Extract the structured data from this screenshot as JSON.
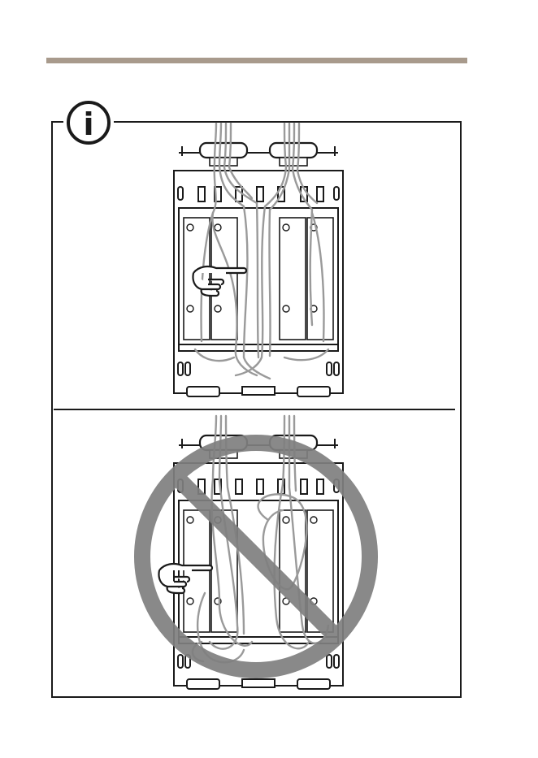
{
  "colors": {
    "rule": "#a89a8c",
    "line": "#1a1a1a",
    "cable": "#9a9a9a",
    "prohibition": "#7f7f7f"
  },
  "info_badge": {
    "glyph": "i",
    "icon": "info-icon"
  },
  "panels": [
    {
      "name": "correct-cable-routing",
      "icon": "pointing-hand-icon"
    },
    {
      "name": "incorrect-cable-routing",
      "icon": "prohibition-icon"
    }
  ]
}
